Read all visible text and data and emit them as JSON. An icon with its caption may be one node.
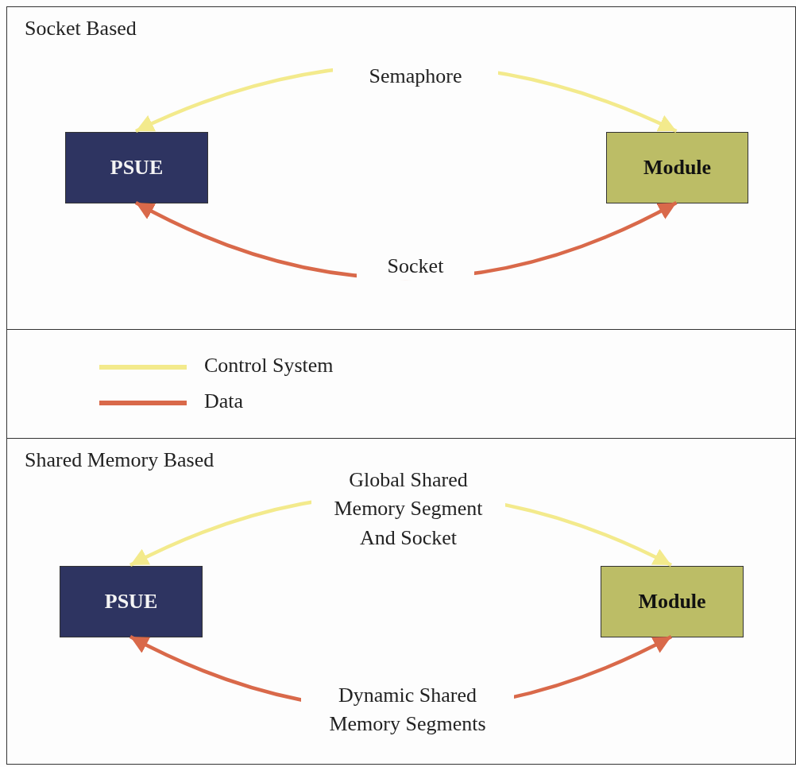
{
  "diagram": {
    "nodes": [
      {
        "text": [
          "Socket Based"
        ]
      },
      {
        "text": [
          "PSUE"
        ],
        "in": 0
      },
      {
        "text": [
          "Module"
        ],
        "in": 0
      },
      {
        "text": [
          "Shared Memory Based"
        ]
      },
      {
        "text": [
          "PSUE"
        ],
        "in": 3
      },
      {
        "text": [
          "Module"
        ],
        "in": 3
      }
    ],
    "edges": [
      {
        "from": 1,
        "to": 2,
        "arrow": "both",
        "label": "Semaphore",
        "color": "#f3ea8c"
      },
      {
        "from": 1,
        "to": 2,
        "arrow": "both",
        "label": "Socket",
        "color": "#d9694a"
      },
      {
        "from": 4,
        "to": 5,
        "arrow": "both",
        "label": "Global Shared Memory Segment And Socket",
        "color": "#f3ea8c"
      },
      {
        "from": 4,
        "to": 5,
        "arrow": "both",
        "label": "Dynamic Shared Memory Segments",
        "color": "#d9694a"
      }
    ],
    "legend": [
      {
        "text": "Control System",
        "color": "#f3ea8c"
      },
      {
        "text": "Data",
        "color": "#d9694a"
      }
    ]
  }
}
